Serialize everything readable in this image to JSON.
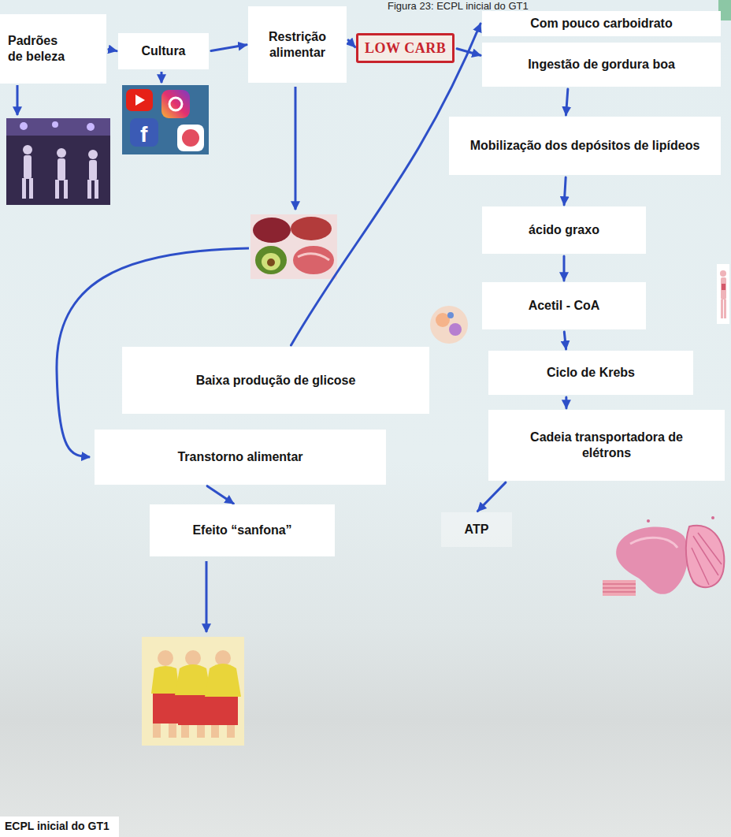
{
  "diagram": {
    "title": "Figura 23: ECPL inicial do GT1",
    "caption": "ECPL inicial do GT1",
    "nodes": [
      {
        "text": [
          "Padrões de beleza"
        ]
      },
      {
        "text": [
          "Cultura"
        ]
      },
      {
        "text": [
          "Restrição alimentar"
        ]
      },
      {
        "text": [
          "LOW CARB"
        ]
      },
      {
        "text": [
          "Com pouco carboidrato"
        ]
      },
      {
        "text": [
          "Ingestão de gordura boa"
        ]
      },
      {
        "text": [
          "Mobilização dos depósitos de lipídeos"
        ]
      },
      {
        "text": [
          "ácido graxo"
        ]
      },
      {
        "text": [
          "Acetil - CoA"
        ]
      },
      {
        "text": [
          "Ciclo de Krebs"
        ]
      },
      {
        "text": [
          "Cadeia transportadora de elétrons"
        ]
      },
      {
        "text": [
          "ATP"
        ]
      },
      {
        "text": [
          "Baixa produção de glicose"
        ]
      },
      {
        "text": [
          "Transtorno alimentar"
        ]
      },
      {
        "text": [
          "Efeito “sanfona”"
        ]
      }
    ],
    "edges": [
      {
        "from": 0,
        "to": 1,
        "arrow": "to"
      },
      {
        "from": 1,
        "to": 2,
        "arrow": "to"
      },
      {
        "from": 2,
        "to": 3,
        "arrow": "to"
      },
      {
        "from": 3,
        "to": 5,
        "arrow": "to"
      },
      {
        "from": 12,
        "to": 4,
        "arrow": "to"
      },
      {
        "from": 5,
        "to": 6,
        "arrow": "to"
      },
      {
        "from": 6,
        "to": 7,
        "arrow": "to"
      },
      {
        "from": 7,
        "to": 8,
        "arrow": "to"
      },
      {
        "from": 8,
        "to": 9,
        "arrow": "to"
      },
      {
        "from": 9,
        "to": 10,
        "arrow": "to"
      },
      {
        "from": 10,
        "to": 11,
        "arrow": "to"
      },
      {
        "from": 13,
        "to": 14,
        "arrow": "to"
      }
    ]
  }
}
